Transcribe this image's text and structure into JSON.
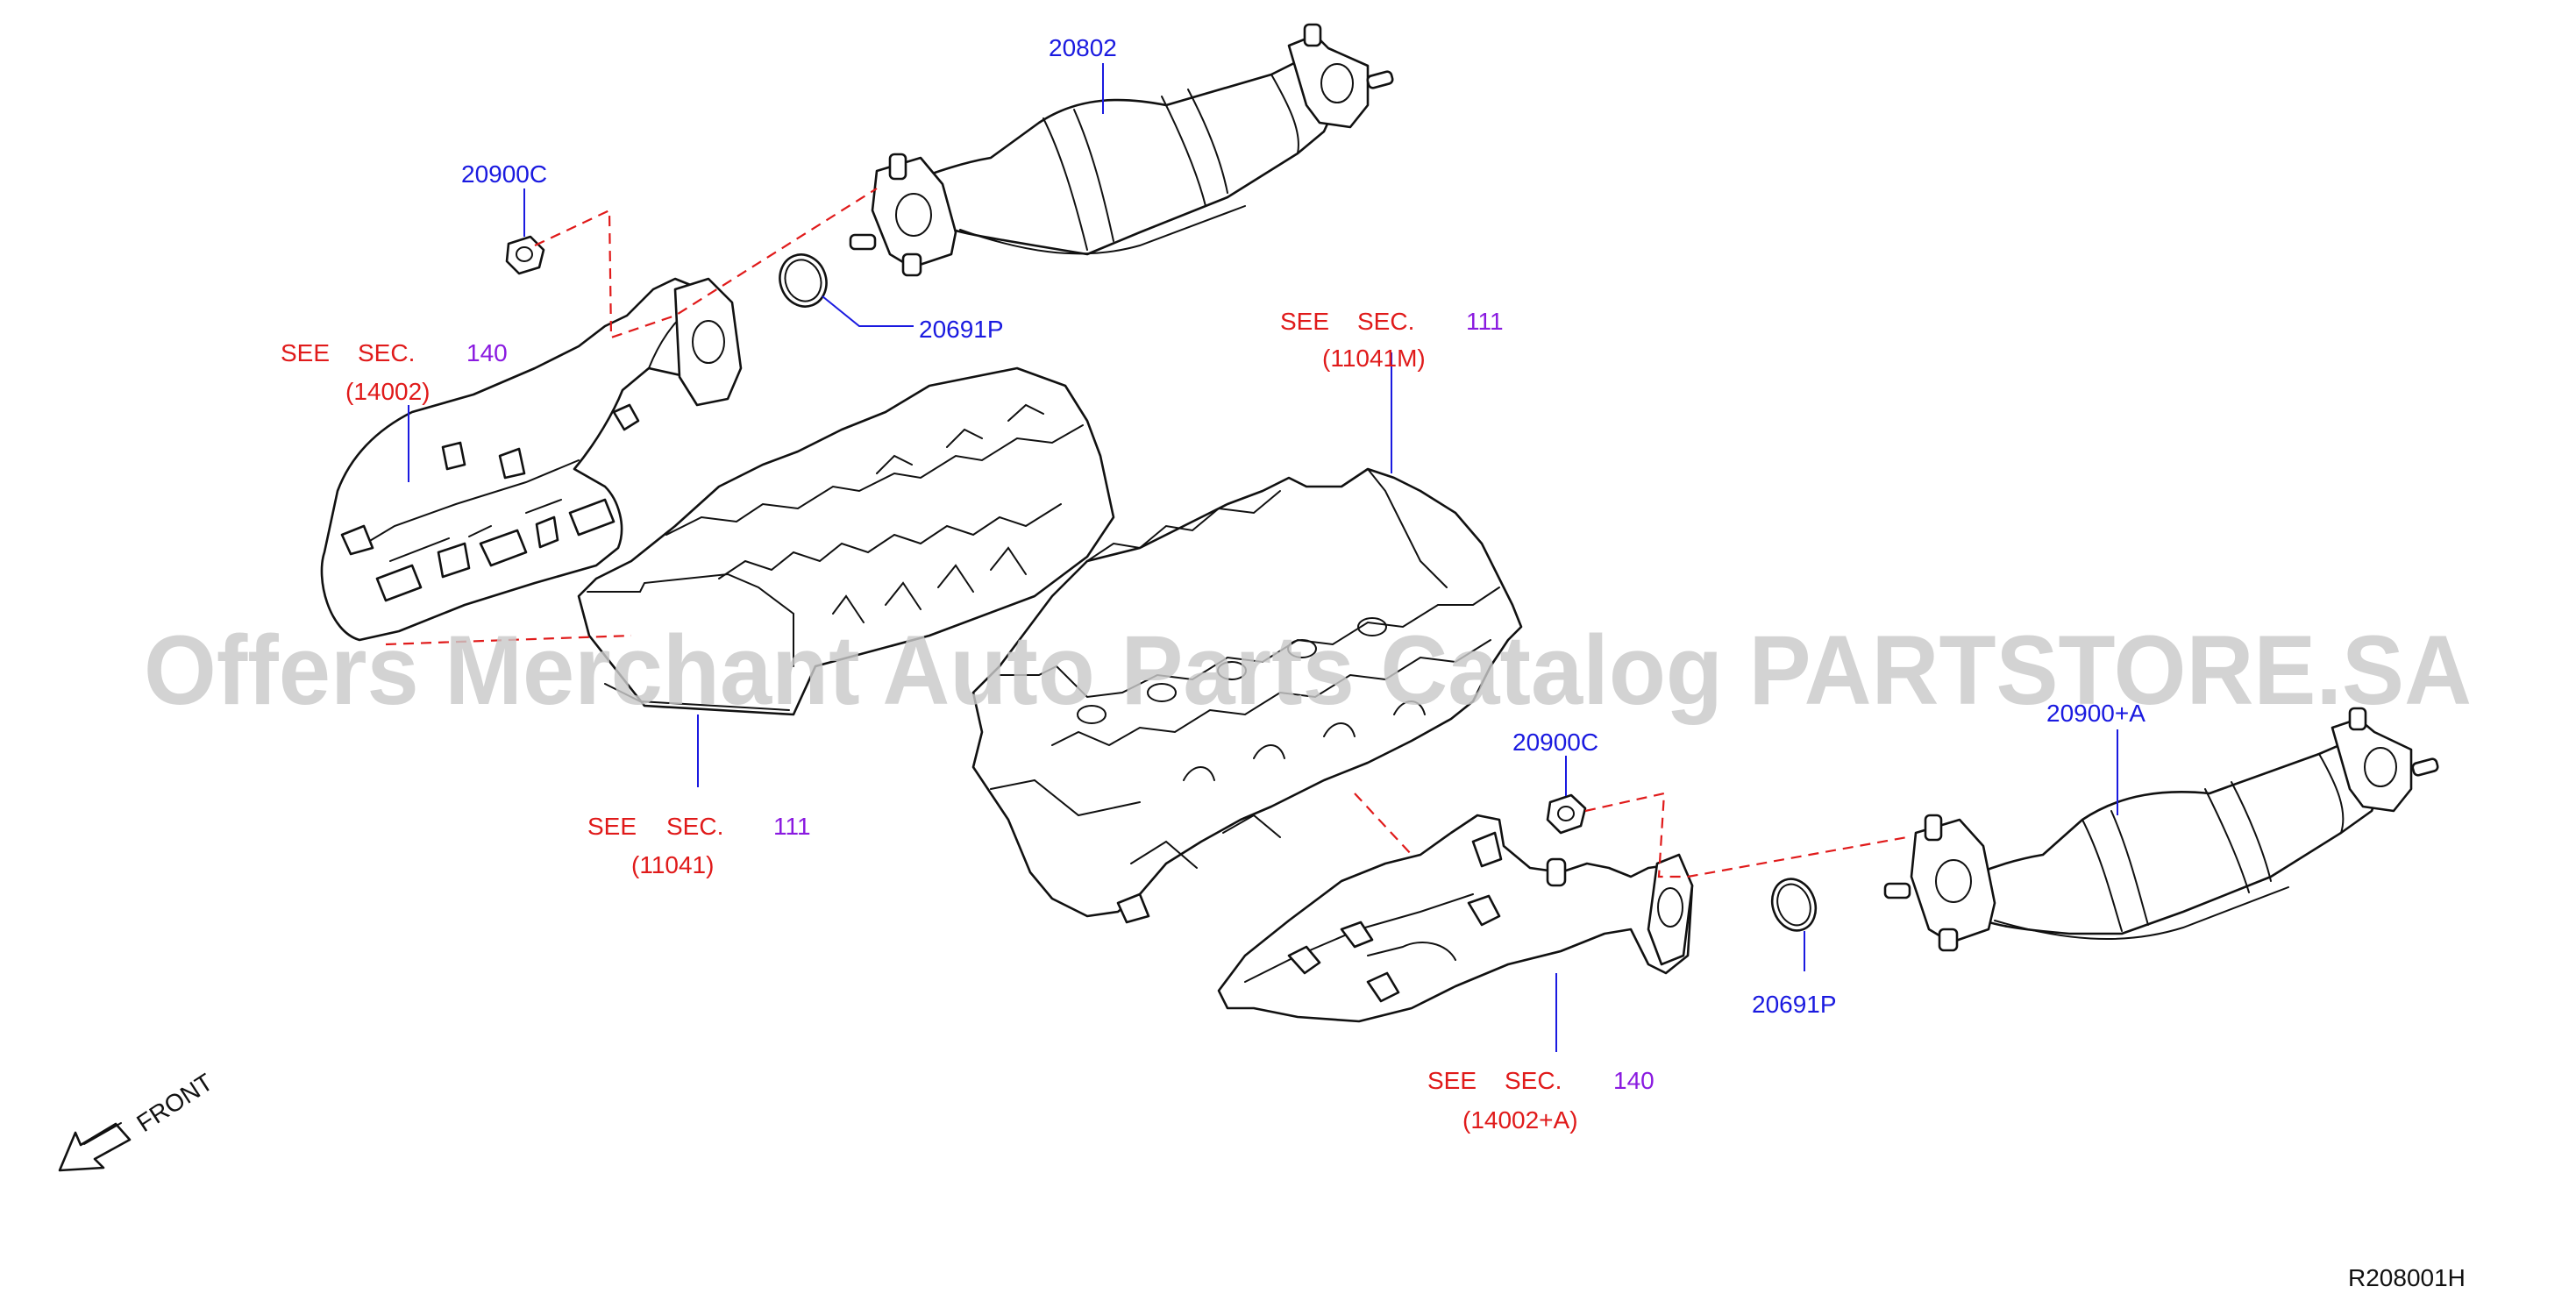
{
  "watermark": "Offers Merchant Auto Parts Catalog PARTSTORE.SA",
  "diagram_code": "R208001H",
  "front_label": "FRONT",
  "callouts": {
    "cat_converter_upper": "20802",
    "nut_upper": "20900C",
    "gasket_upper": "20691P",
    "cat_converter_lower": "20900+A",
    "nut_lower": "20900C",
    "gasket_lower": "20691P"
  },
  "references": {
    "manifold_left": {
      "see": "SEE",
      "sec": "SEC.",
      "section": "140",
      "part": "(14002)"
    },
    "head_right": {
      "see": "SEE",
      "sec": "SEC.",
      "section": "111",
      "part": "(11041M)"
    },
    "head_left": {
      "see": "SEE",
      "sec": "SEC.",
      "section": "111",
      "part": "(11041)"
    },
    "manifold_right": {
      "see": "SEE",
      "sec": "SEC.",
      "section": "140",
      "part": "(14002+A)"
    }
  },
  "colors": {
    "part_number": "#1a1ae0",
    "reference": "#e01a1a",
    "section": "#8a1ae0",
    "linework": "#111111"
  }
}
